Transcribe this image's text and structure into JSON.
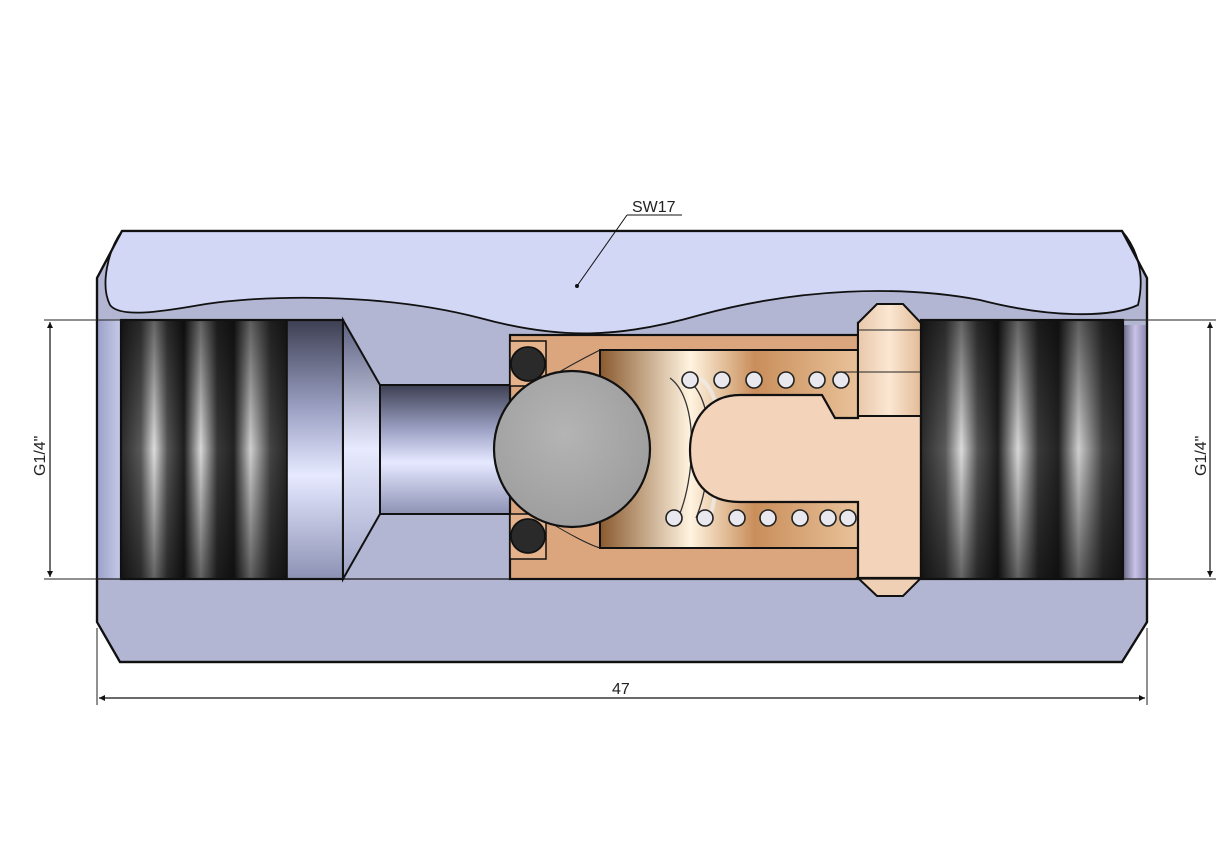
{
  "labels": {
    "wrench_size": "SW17",
    "length_dimension": "47",
    "thread_left": "G1/4\"",
    "thread_right": "G1/4\""
  },
  "colors": {
    "body_fill": "#b2b6d2",
    "flat_fill": "#d1d7f4",
    "brass_fill": "#dba67e",
    "brass_light": "#f3d3b9",
    "ball_fill": "#a8a8a8",
    "seal_fill": "#2a2a2a",
    "line": "#111111"
  }
}
